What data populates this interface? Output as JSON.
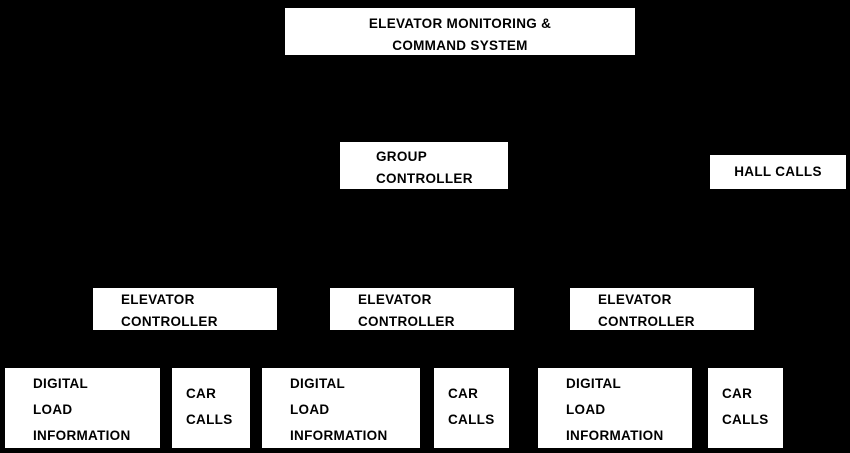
{
  "diagram": {
    "colors": {
      "background": "#000000",
      "box_background": "#ffffff",
      "box_text": "#000000"
    },
    "title": {
      "line1": "ELEVATOR MONITORING &",
      "line2": "COMMAND SYSTEM"
    },
    "group_controller": {
      "line1": "GROUP",
      "line2": "CONTROLLER"
    },
    "hall_calls": {
      "label": "HALL CALLS"
    },
    "elevator_controllers": [
      {
        "line1": "ELEVATOR",
        "line2": "CONTROLLER"
      },
      {
        "line1": "ELEVATOR",
        "line2": "CONTROLLER"
      },
      {
        "line1": "ELEVATOR",
        "line2": "CONTROLLER"
      }
    ],
    "inputs": [
      {
        "kind": "digital_load_information",
        "line1": "DIGITAL",
        "line2": "LOAD",
        "line3": "INFORMATION"
      },
      {
        "kind": "car_calls",
        "line1": "CAR",
        "line2": "CALLS"
      },
      {
        "kind": "digital_load_information",
        "line1": "DIGITAL",
        "line2": "LOAD",
        "line3": "INFORMATION"
      },
      {
        "kind": "car_calls",
        "line1": "CAR",
        "line2": "CALLS"
      },
      {
        "kind": "digital_load_information",
        "line1": "DIGITAL",
        "line2": "LOAD",
        "line3": "INFORMATION"
      },
      {
        "kind": "car_calls",
        "line1": "CAR",
        "line2": "CALLS"
      }
    ]
  }
}
